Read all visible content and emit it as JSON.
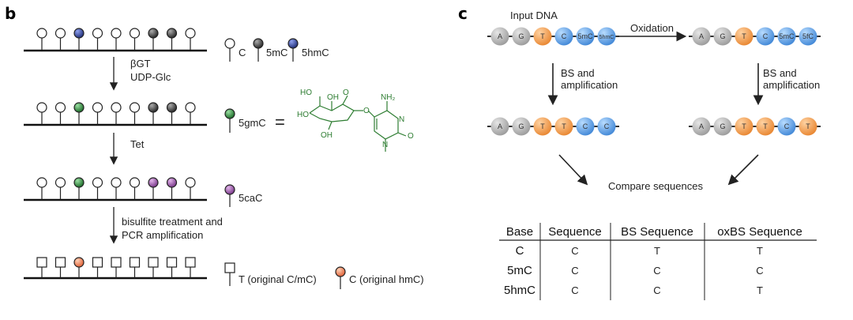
{
  "panel_b": {
    "label": "b",
    "steps": [
      [
        "C",
        "C",
        "5hmC",
        "C",
        "C",
        "C",
        "5mC",
        "5mC",
        "C"
      ],
      [
        "C",
        "C",
        "5gmC",
        "C",
        "C",
        "C",
        "5mC",
        "5mC",
        "C"
      ],
      [
        "C",
        "C",
        "5gmC",
        "C",
        "C",
        "C",
        "5caC",
        "5caC",
        "C"
      ],
      [
        "T",
        "T",
        "C",
        "T",
        "T",
        "T",
        "T",
        "T",
        "T"
      ]
    ],
    "arrows": [
      {
        "line1": "βGT",
        "line2": "UDP-Glc"
      },
      {
        "line1": "Tet",
        "line2": ""
      },
      {
        "line1": "bisulfite treatment and",
        "line2": "PCR amplification"
      }
    ],
    "legend1": {
      "c": "C",
      "mc": "5mC",
      "hmc": "5hmC"
    },
    "legend2": {
      "gmc": "5gmC",
      "eq": "="
    },
    "legend3": {
      "cac": "5caC"
    },
    "legend4": {
      "t": "T (original C/mC)",
      "c": "C (original hmC)"
    },
    "structure": {
      "ho1": "HO",
      "oh1": "OH",
      "ho2": "HO",
      "oh2": "OH",
      "o1": "O",
      "o2": "O",
      "nh2": "NH₂",
      "n1": "N",
      "n2": "N",
      "o3": "O"
    }
  },
  "panel_c": {
    "label": "c",
    "input_label": "Input DNA",
    "oxidation_label": "Oxidation",
    "bs_label_1": "BS and",
    "bs_label_2": "amplification",
    "compare_label": "Compare sequences",
    "input_beads": [
      "A",
      "G",
      "T",
      "C",
      "5mC",
      "5hmC"
    ],
    "oxidized_beads": [
      "A",
      "G",
      "T",
      "C",
      "5mC",
      "5fC"
    ],
    "bs_beads": [
      "A",
      "G",
      "T",
      "T",
      "C",
      "C"
    ],
    "oxbs_beads": [
      "A",
      "G",
      "T",
      "T",
      "C",
      "T"
    ],
    "table": {
      "headers": [
        "Base",
        "Sequence",
        "BS Sequence",
        "oxBS Sequence"
      ],
      "rows": [
        [
          "C",
          "C",
          "T",
          "T"
        ],
        [
          "5mC",
          "C",
          "C",
          "C"
        ],
        [
          "5hmC",
          "C",
          "C",
          "T"
        ]
      ]
    }
  },
  "colors": {
    "C": "#ffffff",
    "5mC": "#555555",
    "5hmC": "#3a4fb0",
    "5gmC": "#3c9a4a",
    "5caC": "#a65cb6",
    "T": "#ffffff",
    "hmC_C": "#f08a5a",
    "bead_A": "#bdbdbd",
    "bead_G": "#bdbdbd",
    "bead_T": "#f5a25a",
    "bead_C": "#6aa9e6",
    "chem": "#2e7d32"
  }
}
